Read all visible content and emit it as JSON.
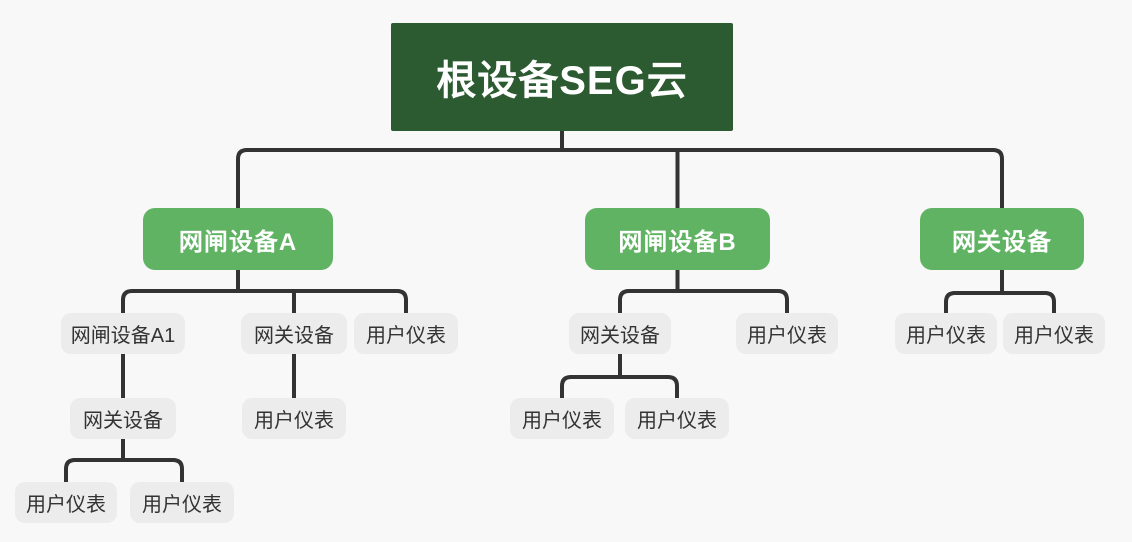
{
  "diagram": {
    "background": "#f7f8f7",
    "colors": {
      "root_fill": "#2c5a31",
      "root_text": "#ffffff",
      "branch_fill": "#61b364",
      "branch_text": "#ffffff",
      "leaf_fill": "#ececec",
      "leaf_text": "#333333",
      "connector": "#333333"
    },
    "nodes": [
      {
        "id": "root",
        "label": "根设备SEG云",
        "type": "root",
        "parent": null
      },
      {
        "id": "gate-a",
        "label": "网闸设备A",
        "type": "branch",
        "parent": "root"
      },
      {
        "id": "gate-b",
        "label": "网闸设备B",
        "type": "branch",
        "parent": "root"
      },
      {
        "id": "gateway-top",
        "label": "网关设备",
        "type": "branch",
        "parent": "root"
      },
      {
        "id": "gate-a1",
        "label": "网闸设备A1",
        "type": "leaf",
        "parent": "gate-a"
      },
      {
        "id": "gateway-a",
        "label": "网关设备",
        "type": "leaf",
        "parent": "gate-a"
      },
      {
        "id": "meter-a",
        "label": "用户仪表",
        "type": "leaf",
        "parent": "gate-a"
      },
      {
        "id": "gateway-b",
        "label": "网关设备",
        "type": "leaf",
        "parent": "gate-b"
      },
      {
        "id": "meter-b",
        "label": "用户仪表",
        "type": "leaf",
        "parent": "gate-b"
      },
      {
        "id": "meter-top-1",
        "label": "用户仪表",
        "type": "leaf",
        "parent": "gateway-top"
      },
      {
        "id": "meter-top-2",
        "label": "用户仪表",
        "type": "leaf",
        "parent": "gateway-top"
      },
      {
        "id": "gateway-a1",
        "label": "网关设备",
        "type": "leaf",
        "parent": "gate-a1"
      },
      {
        "id": "meter-ga",
        "label": "用户仪表",
        "type": "leaf",
        "parent": "gateway-a"
      },
      {
        "id": "meter-gb-1",
        "label": "用户仪表",
        "type": "leaf",
        "parent": "gateway-b"
      },
      {
        "id": "meter-gb-2",
        "label": "用户仪表",
        "type": "leaf",
        "parent": "gateway-b"
      },
      {
        "id": "meter-ga1-1",
        "label": "用户仪表",
        "type": "leaf",
        "parent": "gateway-a1"
      },
      {
        "id": "meter-ga1-2",
        "label": "用户仪表",
        "type": "leaf",
        "parent": "gateway-a1"
      }
    ]
  }
}
